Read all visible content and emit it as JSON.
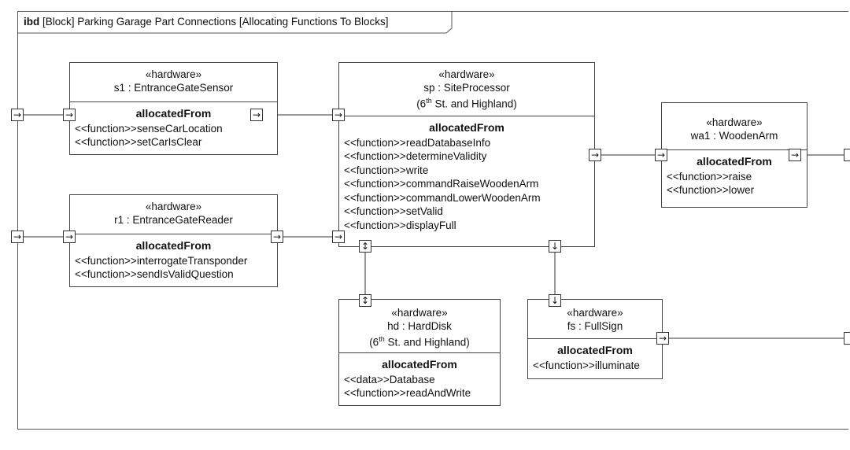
{
  "frame": {
    "kind": "ibd",
    "title": "[Block] Parking Garage Part Connections [Allocating Functions To Blocks]"
  },
  "allocated_label": "allocatedFrom",
  "blocks": {
    "s1": {
      "stereotype": "«hardware»",
      "name": "s1 : EntranceGateSensor",
      "items": [
        "<<function>>senseCarLocation",
        "<<function>>setCarIsClear"
      ]
    },
    "r1": {
      "stereotype": "«hardware»",
      "name": "r1 : EntranceGateReader",
      "items": [
        "<<function>>interrogateTransponder",
        "<<function>>sendIsValidQuestion"
      ]
    },
    "sp": {
      "stereotype": "«hardware»",
      "name": "sp : SiteProcessor",
      "location_pre": "(6",
      "location_sup": "th",
      "location_post": " St. and Highland)",
      "items": [
        "<<function>>readDatabaseInfo",
        "<<function>>determineValidity",
        "<<function>>write",
        "<<function>>commandRaiseWoodenArm",
        "<<function>>commandLowerWoodenArm",
        "<<function>>setValid",
        "<<function>>displayFull"
      ]
    },
    "wa1": {
      "stereotype": "«hardware»",
      "name": "wa1 : WoodenArm",
      "items": [
        "<<function>>raise",
        "<<function>>lower"
      ]
    },
    "hd": {
      "stereotype": "«hardware»",
      "name": "hd : HardDisk",
      "location_pre": "(6",
      "location_sup": "th",
      "location_post": " St. and Highland)",
      "items": [
        "<<data>>Database",
        "<<function>>readAndWrite"
      ]
    },
    "fs": {
      "stereotype": "«hardware»",
      "name": "fs : FullSign",
      "items": [
        "<<function>>illuminate"
      ]
    }
  },
  "port_glyphs": {
    "in": "→",
    "out": "→",
    "down": "↓",
    "inout_vertical": "↕"
  }
}
